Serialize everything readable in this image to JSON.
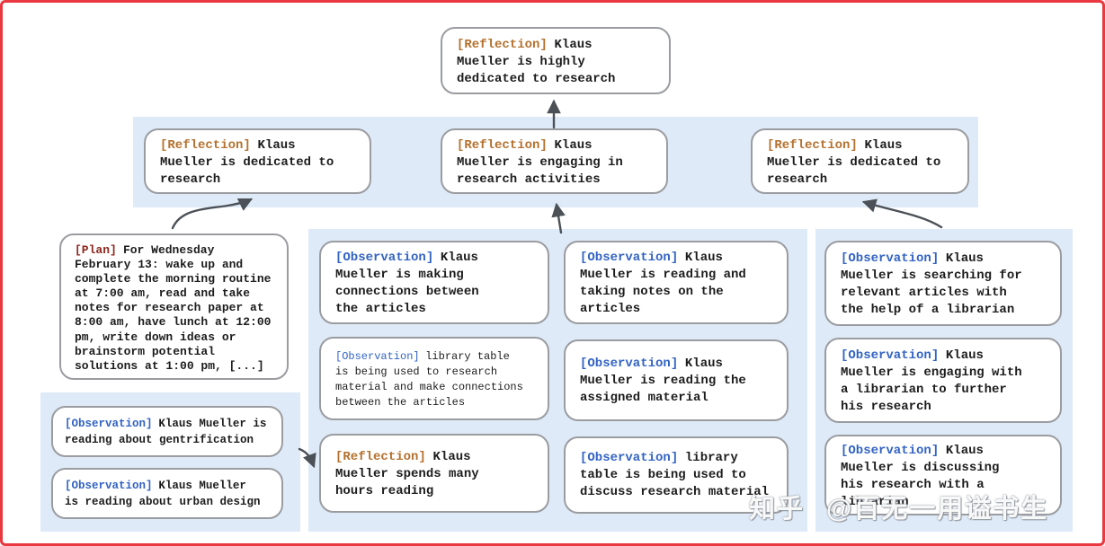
{
  "colors": {
    "frame": "#e9383f",
    "band": "#dfeaf8",
    "box_border": "#9a9ca0",
    "text": "#1c1c1c",
    "reflection_tag": "#b4712e",
    "observation_tag": "#3263c3",
    "plan_tag": "#8f261d",
    "arrow": "#4b5157",
    "watermark": "rgba(255,255,255,0.92)"
  },
  "watermark": {
    "brand": "知乎",
    "handle": "@百无一用谥书生"
  },
  "tree": {
    "root": {
      "type": "reflection",
      "tag": "[Reflection]",
      "text": "Klaus\nMueller is highly\ndedicated to research"
    },
    "level2": [
      {
        "type": "reflection",
        "tag": "[Reflection]",
        "text": "Klaus\nMueller is dedicated to\nresearch"
      },
      {
        "type": "reflection",
        "tag": "[Reflection]",
        "text": "Klaus\nMueller is engaging in\nresearch activities"
      },
      {
        "type": "reflection",
        "tag": "[Reflection]",
        "text": "Klaus\nMueller is dedicated to\nresearch"
      }
    ],
    "plan": {
      "type": "plan",
      "tag": "[Plan]",
      "text": "For Wednesday\nFebruary 13: wake up and\ncomplete the morning routine\nat 7:00 am, read and take\nnotes for research paper at\n8:00 am, have lunch at 12:00\npm, write down ideas or\nbrainstorm potential\nsolutions at 1:00 pm, [...]"
    },
    "left_observations": [
      {
        "type": "observation",
        "tag": "[Observation]",
        "text": "Klaus Mueller is\nreading about gentrification"
      },
      {
        "type": "observation",
        "tag": "[Observation]",
        "text": "Klaus Mueller\nis reading about urban design"
      }
    ],
    "middle_column_a": [
      {
        "type": "observation",
        "tag": "[Observation]",
        "text": "Klaus\nMueller is making\nconnections between\nthe articles"
      },
      {
        "type": "observation",
        "tag": "[Observation]",
        "text": "library table\nis being used to research\nmaterial and make connections\nbetween the articles"
      },
      {
        "type": "reflection",
        "tag": "[Reflection]",
        "text": "Klaus\nMueller spends many\nhours reading"
      }
    ],
    "middle_column_b": [
      {
        "type": "observation",
        "tag": "[Observation]",
        "text": "Klaus\nMueller is reading and\ntaking notes on the\narticles"
      },
      {
        "type": "observation",
        "tag": "[Observation]",
        "text": "Klaus\nMueller is reading the\nassigned material"
      },
      {
        "type": "observation",
        "tag": "[Observation]",
        "text": "library\ntable is being used to\ndiscuss research material"
      }
    ],
    "right_column": [
      {
        "type": "observation",
        "tag": "[Observation]",
        "text": "Klaus\nMueller is searching for\nrelevant articles with\nthe help of a librarian"
      },
      {
        "type": "observation",
        "tag": "[Observation]",
        "text": "Klaus\nMueller is engaging with\na librarian to further\nhis research"
      },
      {
        "type": "observation",
        "tag": "[Observation]",
        "text": "Klaus\nMueller is discussing\nhis research with a\nlibrarian"
      }
    ]
  }
}
